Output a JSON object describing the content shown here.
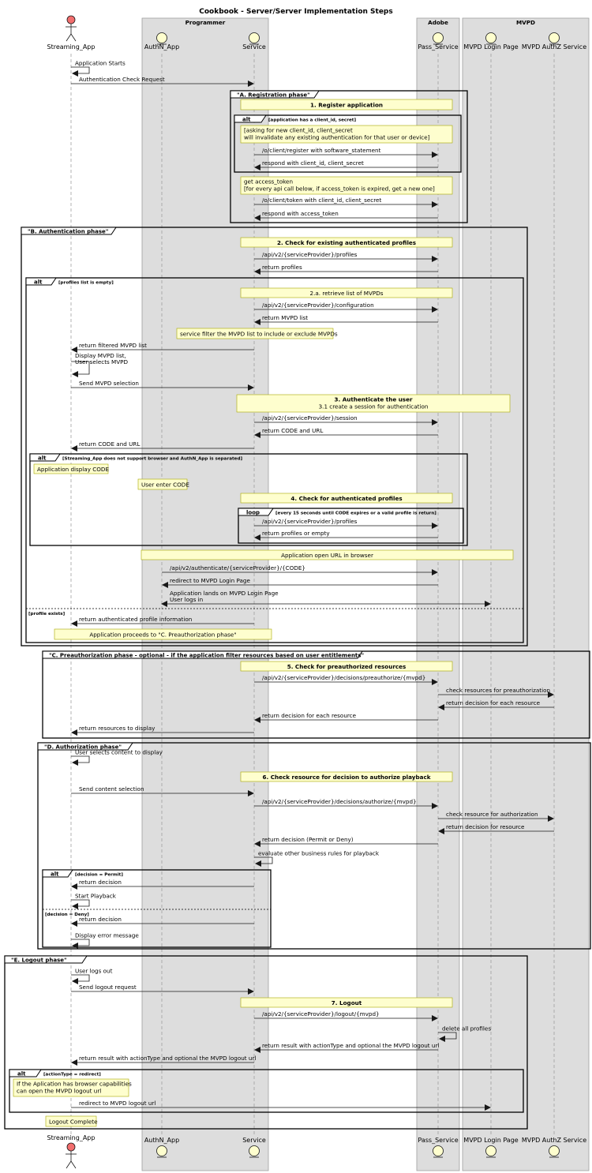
{
  "title": "Cookbook - Server/Server Implementation Steps",
  "colors": {
    "box": "#dddddd",
    "box_border": "#a0a0a0",
    "note": "#fefece",
    "note_border": "#a8a800",
    "participant": "#fefece",
    "actor_head": "#f26e6e"
  },
  "boxes": [
    {
      "id": "programmer",
      "label": "Programmer"
    },
    {
      "id": "adobe",
      "label": "Adobe"
    },
    {
      "id": "mvpd",
      "label": "MVPD"
    }
  ],
  "participants": [
    {
      "id": "app",
      "label": "Streaming_App",
      "kind": "actor"
    },
    {
      "id": "authn",
      "label": "AuthN_App",
      "kind": "entity"
    },
    {
      "id": "svc",
      "label": "Service",
      "kind": "entity"
    },
    {
      "id": "pass",
      "label": "Pass_Service",
      "kind": "entity"
    },
    {
      "id": "login",
      "label": "MVPD Login Page",
      "kind": "entity"
    },
    {
      "id": "authz",
      "label": "MVPD AuthZ Service",
      "kind": "entity"
    }
  ],
  "messages": [
    {
      "from": "app",
      "to": "app",
      "text": "Application Starts",
      "dashed": false
    },
    {
      "from": "app",
      "to": "svc",
      "text": "Authentication Check Request",
      "dashed": false
    },
    {
      "from": "svc",
      "to": "pass",
      "text": "/o/client/register with software_statement",
      "dashed": false
    },
    {
      "from": "pass",
      "to": "svc",
      "text": "respond with client_id, client_secret",
      "dashed": false
    },
    {
      "from": "svc",
      "to": "pass",
      "text": "/o/client/token with client_id, client_secret",
      "dashed": false
    },
    {
      "from": "pass",
      "to": "svc",
      "text": "respond with access_token",
      "dashed": false
    },
    {
      "from": "svc",
      "to": "pass",
      "text": "/api/v2/{serviceProvider}/profiles",
      "dashed": false
    },
    {
      "from": "pass",
      "to": "svc",
      "text": "return profiles",
      "dashed": false
    },
    {
      "from": "svc",
      "to": "pass",
      "text": "/api/v2/{serviceProvider}/configuration",
      "dashed": false
    },
    {
      "from": "pass",
      "to": "svc",
      "text": "return MVPD list",
      "dashed": false
    },
    {
      "from": "svc",
      "to": "app",
      "text": "return filtered MVPD list",
      "dashed": false
    },
    {
      "from": "app",
      "to": "app",
      "text": "Display MVPD list,",
      "text2": "User selects MVPD",
      "dashed": false
    },
    {
      "from": "app",
      "to": "svc",
      "text": "Send MVPD selection",
      "dashed": false
    },
    {
      "from": "svc",
      "to": "pass",
      "text": "/api/v2/{serviceProvider}/session",
      "dashed": false
    },
    {
      "from": "pass",
      "to": "svc",
      "text": "return CODE and URL",
      "dashed": false
    },
    {
      "from": "svc",
      "to": "app",
      "text": "return CODE and URL",
      "dashed": false
    },
    {
      "from": "svc",
      "to": "pass",
      "text": "/api/v2/{serviceProvider}/profiles",
      "dashed": false
    },
    {
      "from": "pass",
      "to": "svc",
      "text": "return profiles or empty",
      "dashed": false
    },
    {
      "from": "authn",
      "to": "pass",
      "text": "/api/v2/authenticate/{serviceProvider}/{CODE}",
      "dashed": false
    },
    {
      "from": "pass",
      "to": "authn",
      "text": "redirect to MVPD Login Page",
      "dashed": false
    },
    {
      "from": "authn",
      "to": "login",
      "text": "Application lands on MVPD Login Page",
      "text2": "User logs in",
      "dashed": false,
      "both": true
    },
    {
      "from": "svc",
      "to": "app",
      "text": "return authenticated profile information",
      "dashed": false
    },
    {
      "from": "svc",
      "to": "pass",
      "text": "/api/v2/{serviceProvider}/decisions/preauthorize/{mvpd}",
      "dashed": false
    },
    {
      "from": "pass",
      "to": "authz",
      "text": "check resources for preauthorization",
      "dashed": false
    },
    {
      "from": "authz",
      "to": "pass",
      "text": "return decision for each resource",
      "dashed": false
    },
    {
      "from": "pass",
      "to": "svc",
      "text": "return decision for each resource",
      "dashed": false
    },
    {
      "from": "svc",
      "to": "app",
      "text": "return resources to display",
      "dashed": false
    },
    {
      "from": "app",
      "to": "app",
      "text": "User selects content to display",
      "dashed": false
    },
    {
      "from": "app",
      "to": "svc",
      "text": "Send content selection",
      "dashed": false
    },
    {
      "from": "svc",
      "to": "pass",
      "text": "/api/v2/{serviceProvider}/decisions/authorize/{mvpd}",
      "dashed": false
    },
    {
      "from": "pass",
      "to": "authz",
      "text": "check resource for authorization",
      "dashed": false
    },
    {
      "from": "authz",
      "to": "pass",
      "text": "return decision for resource",
      "dashed": false
    },
    {
      "from": "pass",
      "to": "svc",
      "text": "return decision (Permit or Deny)",
      "dashed": false
    },
    {
      "from": "svc",
      "to": "svc",
      "text": "evaluate other business rules for playback",
      "dashed": false
    },
    {
      "from": "svc",
      "to": "app",
      "text": "return decision",
      "dashed": false
    },
    {
      "from": "app",
      "to": "app",
      "text": "Start Playback",
      "dashed": false
    },
    {
      "from": "svc",
      "to": "app",
      "text": "return decision",
      "dashed": false
    },
    {
      "from": "app",
      "to": "app",
      "text": "Display error message",
      "dashed": false
    },
    {
      "from": "app",
      "to": "app",
      "text": "User logs out",
      "dashed": false
    },
    {
      "from": "app",
      "to": "svc",
      "text": "Send logout request",
      "dashed": false
    },
    {
      "from": "svc",
      "to": "pass",
      "text": "/api/v2/{serviceProvider}/logout/{mvpd}",
      "dashed": false
    },
    {
      "from": "pass",
      "to": "pass",
      "text": "delete all profiles",
      "dashed": false
    },
    {
      "from": "pass",
      "to": "svc",
      "text": "return result with actionType and optional the MVPD logout url",
      "dashed": false
    },
    {
      "from": "svc",
      "to": "app",
      "text": "return result with actionType and optional the MVPD logout url",
      "dashed": false
    },
    {
      "from": "app",
      "to": "login",
      "text": "redirect to MVPD logout url",
      "dashed": false
    }
  ],
  "notes": [
    {
      "text": "1. Register application",
      "bold": true
    },
    {
      "text": "[asking for new client_id, client_secret",
      "text2": "will invalidate any existing authentication for that user or device]"
    },
    {
      "text": "get access_token",
      "text2": "[for every api call below, if access_token is expired, get a new one]"
    },
    {
      "text": "2. Check for existing authenticated profiles",
      "bold": true
    },
    {
      "text": "2.a. retrieve list of MVPDs"
    },
    {
      "text": "service filter the MVPD list to include or exclude MVPDs"
    },
    {
      "text": "3. Authenticate the user",
      "text2": "3.1 create a session for authentication",
      "bold": true
    },
    {
      "text": "Application display CODE"
    },
    {
      "text": "User enter CODE"
    },
    {
      "text": "4. Check for authenticated profiles",
      "bold": true
    },
    {
      "text": "Application open URL in browser"
    },
    {
      "text": "Application proceeds to \"C. Preauthorization phase\""
    },
    {
      "text": "5. Check for preauthorized resources",
      "bold": true
    },
    {
      "text": "6. Check resource for decision to authorize playback",
      "bold": true
    },
    {
      "text": "7. Logout",
      "bold": true
    },
    {
      "text": "If the Aplication has browser capabilities",
      "text2": "can open the MVPD logout url"
    },
    {
      "text": "Logout Complete"
    }
  ],
  "groups": [
    {
      "label": "\"A. Registration phase\""
    },
    {
      "label": "alt",
      "guard": "[application has a client_id, secret]"
    },
    {
      "label": "\"B. Authentication phase\""
    },
    {
      "label": "alt",
      "guard": "[profiles list is empty]",
      "else_guard": "[profile exists]"
    },
    {
      "label": "alt",
      "guard": "[Streaming_App does not support browser and AuthN_App is separated]"
    },
    {
      "label": "loop",
      "guard": "[every 15 seconds until CODE expires or a valid profile is return]"
    },
    {
      "label": "\"C. Preauthorization phase - optional - if the application filter resources based on user entitlements\""
    },
    {
      "label": "\"D. Authorization phase\""
    },
    {
      "label": "alt",
      "guard": "[decision = Permit]",
      "else_guard": "[decision = Deny]"
    },
    {
      "label": "\"E. Logout phase\""
    },
    {
      "label": "alt",
      "guard": "[actionType = redirect]"
    }
  ]
}
